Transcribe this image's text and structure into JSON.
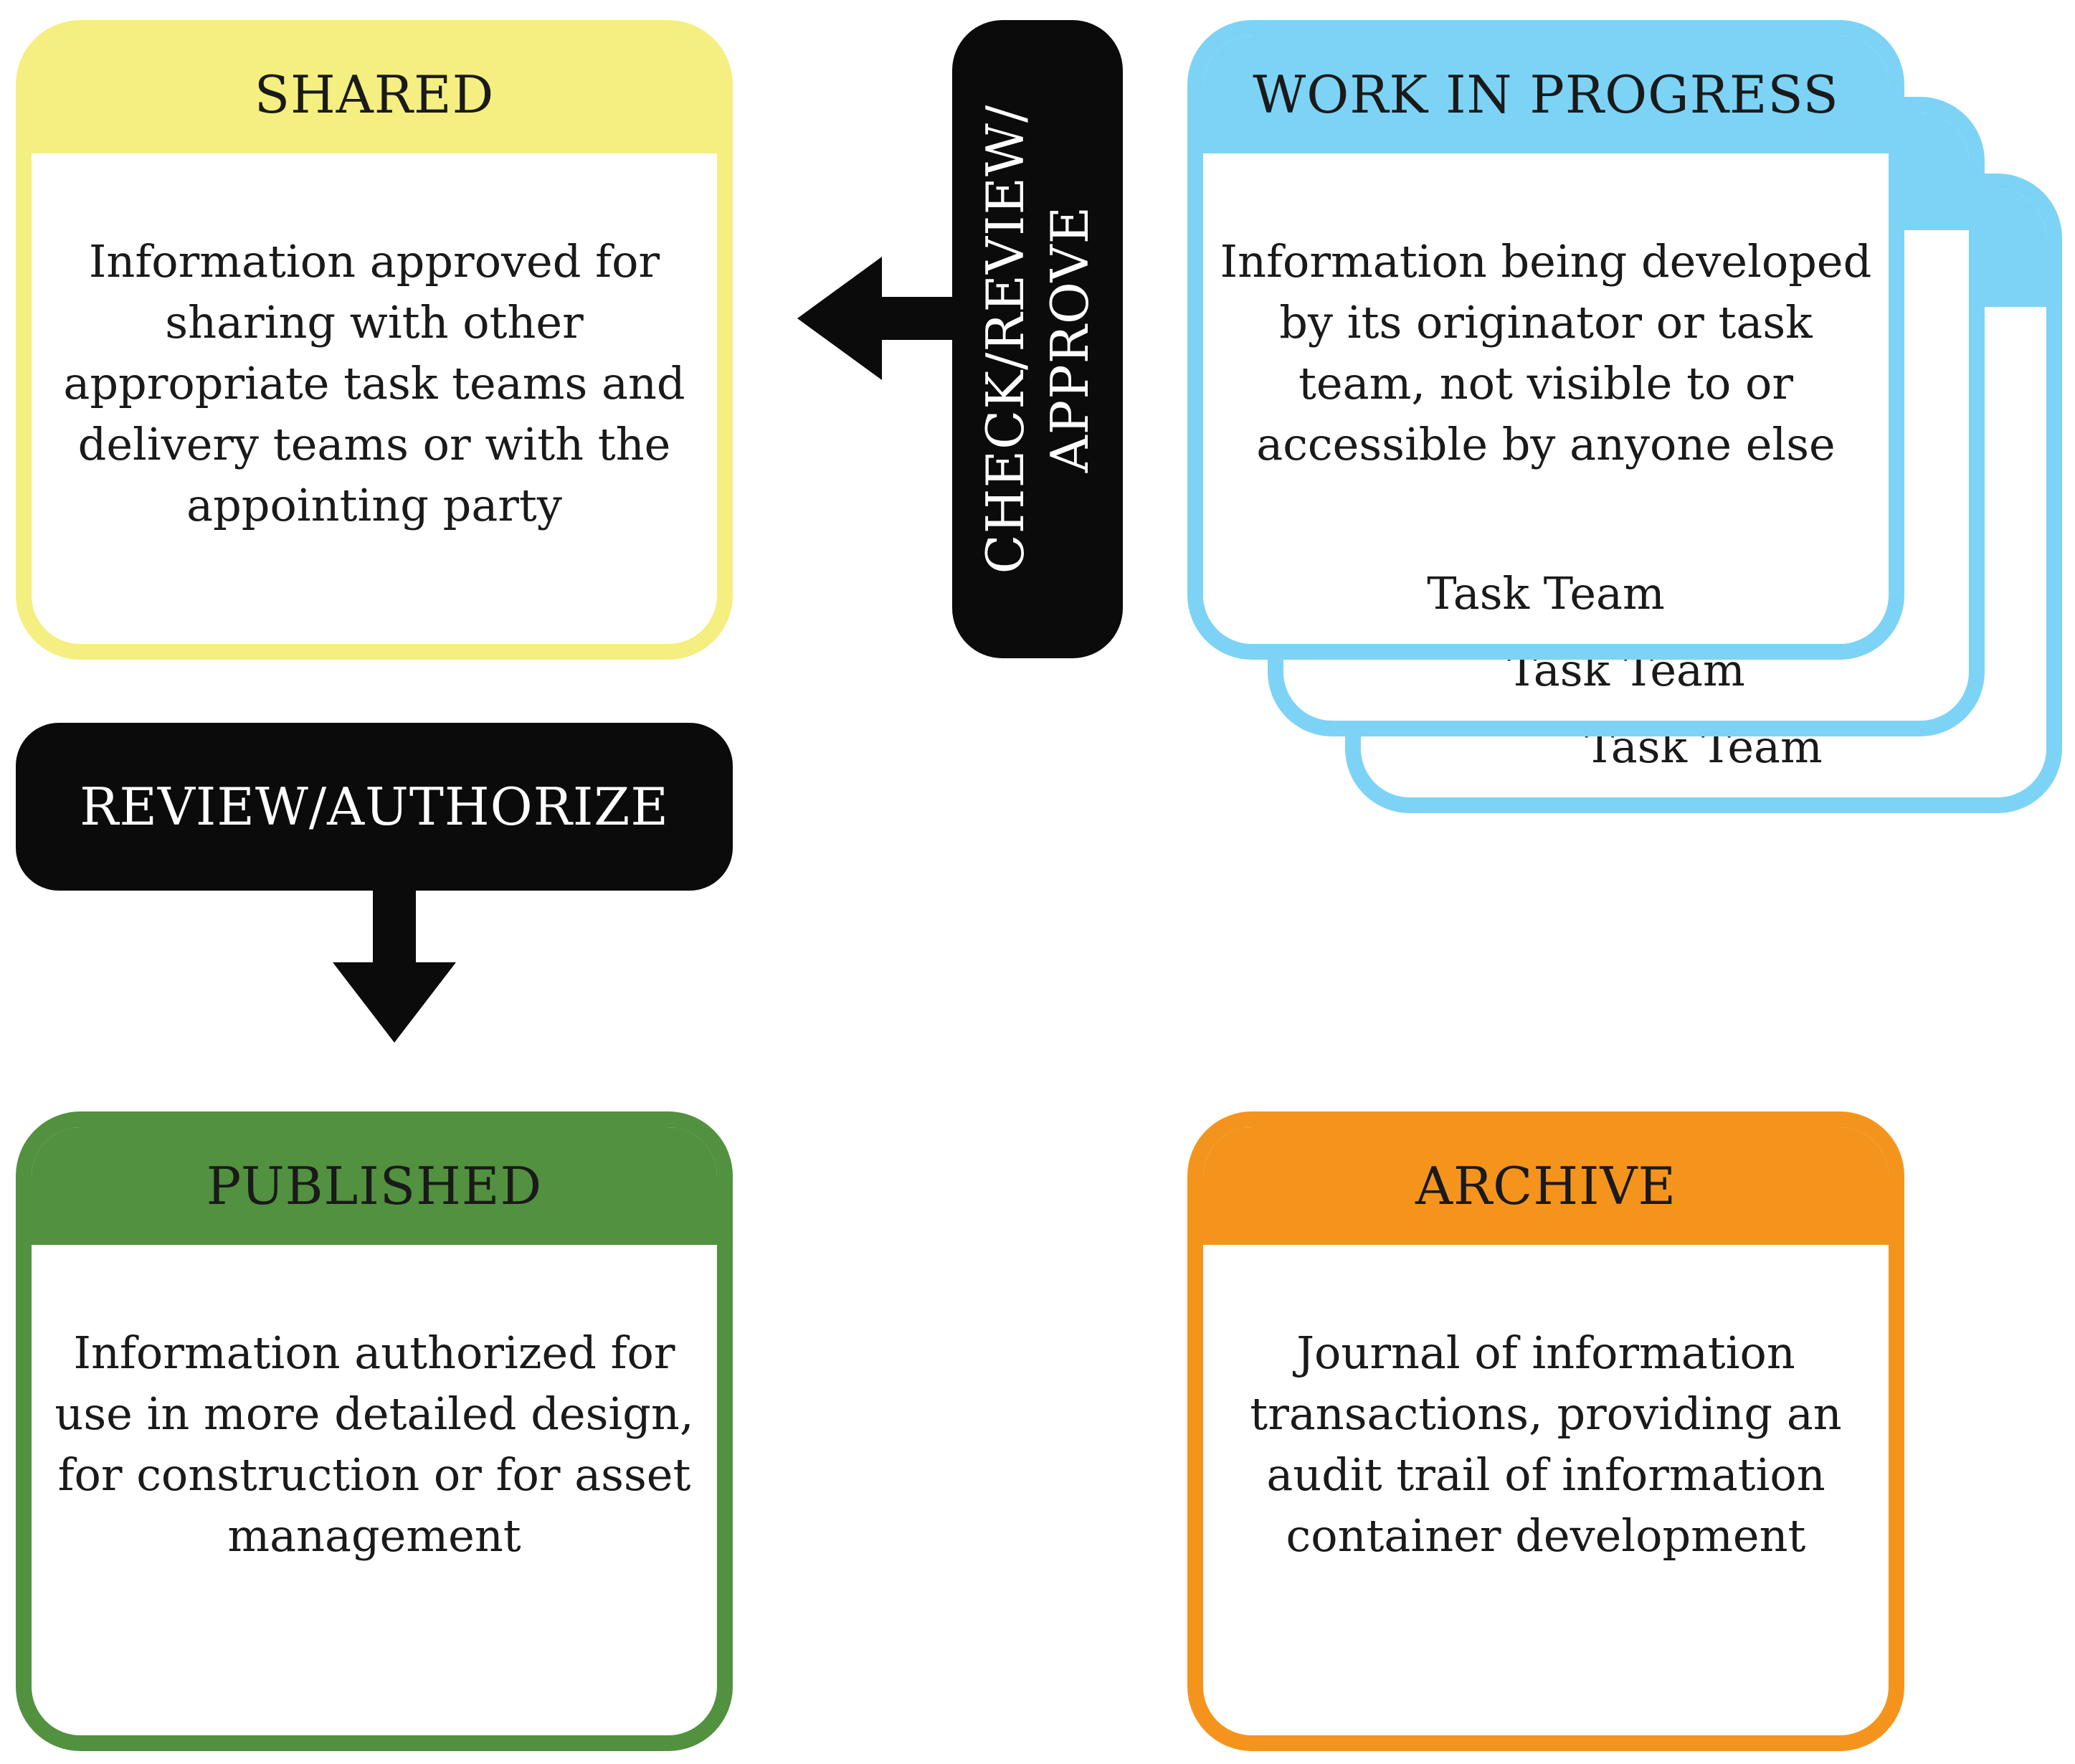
{
  "shared": {
    "title": "SHARED",
    "lines": [
      "Information approved for",
      "sharing with other",
      "appropriate task teams and",
      "delivery teams or with the",
      "appointing party"
    ],
    "color": "#f4ef80"
  },
  "wip": {
    "title": "WORK IN PROGRESS",
    "lines": [
      "Information being developed",
      "by its originator or task",
      "team, not visible to or",
      "accessible by anyone else"
    ],
    "task_teams": [
      "Task Team",
      "Task Team",
      "Task Team"
    ],
    "color": "#7dd3f5"
  },
  "published": {
    "title": "PUBLISHED",
    "lines": [
      "Information authorized for",
      "use in more detailed design,",
      "for construction or for asset",
      "management"
    ],
    "color": "#52913f"
  },
  "archive": {
    "title": "ARCHIVE",
    "lines": [
      "Journal of information",
      "transactions, providing an",
      "audit trail of information",
      "container development"
    ],
    "color": "#f5941d"
  },
  "transitions": {
    "check_review_approve": [
      "CHECK/REVIEW/",
      "APPROVE"
    ],
    "review_authorize": "REVIEW/AUTHORIZE"
  }
}
